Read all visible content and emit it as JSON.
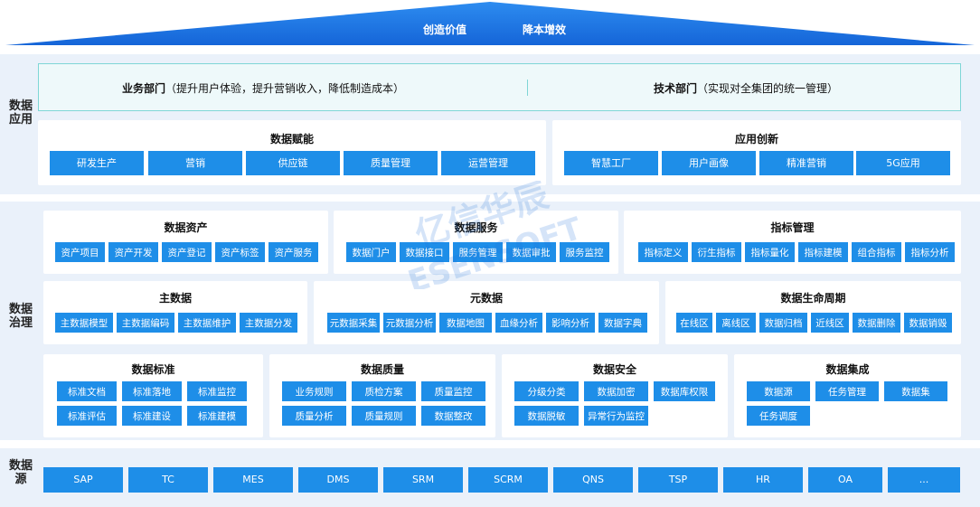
{
  "roof": {
    "left": "创造价值",
    "right": "降本增效"
  },
  "application": {
    "label": "数据应用",
    "departments": {
      "business": {
        "name": "业务部门",
        "desc": "（提升用户体验，提升营销收入，降低制造成本）"
      },
      "tech": {
        "name": "技术部门",
        "desc": "（实现对全集团的统一管理）"
      }
    },
    "enablement": {
      "title": "数据赋能",
      "items": [
        "研发生产",
        "营销",
        "供应链",
        "质量管理",
        "运营管理"
      ]
    },
    "innovation": {
      "title": "应用创新",
      "items": [
        "智慧工厂",
        "用户画像",
        "精准营销",
        "5G应用"
      ]
    }
  },
  "governance": {
    "label": "数据治理",
    "assets": {
      "title": "数据资产",
      "items": [
        "资产项目",
        "资产开发",
        "资产登记",
        "资产标签",
        "资产服务"
      ]
    },
    "services": {
      "title": "数据服务",
      "items": [
        "数据门户",
        "数据接口",
        "服务管理",
        "数据审批",
        "服务监控"
      ]
    },
    "metrics": {
      "title": "指标管理",
      "items": [
        "指标定义",
        "衍生指标",
        "指标量化",
        "指标建模",
        "组合指标",
        "指标分析"
      ]
    },
    "master": {
      "title": "主数据",
      "items": [
        "主数据模型",
        "主数据编码",
        "主数据维护",
        "主数据分发"
      ]
    },
    "meta": {
      "title": "元数据",
      "items": [
        "元数据采集",
        "元数据分析",
        "数据地图",
        "血缘分析",
        "影响分析",
        "数据字典"
      ]
    },
    "lifecycle": {
      "title": "数据生命周期",
      "items": [
        "在线区",
        "离线区",
        "数据归档",
        "近线区",
        "数据删除",
        "数据销毁"
      ]
    },
    "standards": {
      "title": "数据标准",
      "items": [
        "标准文档",
        "标准落地",
        "标准监控",
        "标准评估",
        "标准建设",
        "标准建模"
      ]
    },
    "quality": {
      "title": "数据质量",
      "items": [
        "业务规则",
        "质检方案",
        "质量监控",
        "质量分析",
        "质量规则",
        "数据整改"
      ]
    },
    "security": {
      "title": "数据安全",
      "items": [
        "分级分类",
        "数据加密",
        "数据库权限",
        "数据脱敏",
        "异常行为监控"
      ]
    },
    "integration": {
      "title": "数据集成",
      "items": [
        "数据源",
        "任务管理",
        "数据集",
        "任务调度"
      ]
    }
  },
  "sources": {
    "label": "数据源",
    "items": [
      "SAP",
      "TC",
      "MES",
      "DMS",
      "SRM",
      "SCRM",
      "QNS",
      "TSP",
      "HR",
      "OA",
      "..."
    ]
  },
  "watermark": {
    "line1": "亿信华辰",
    "line2": "ESENSOFT"
  },
  "colors": {
    "chip": "#1e8ee8",
    "roof": "#1976e3",
    "band": "#eaf1fa",
    "dept_border": "#7fd6d6"
  }
}
